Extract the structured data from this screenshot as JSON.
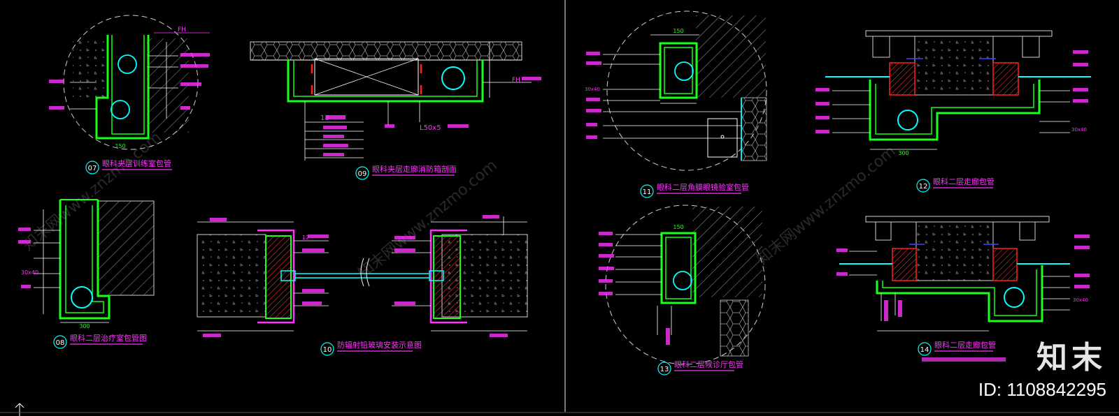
{
  "drawings": [
    {
      "no": "07",
      "title": "眼科夹层训练室包管"
    },
    {
      "no": "08",
      "title": "眼科二层治疗室包管图"
    },
    {
      "no": "09",
      "title": "眼科夹层走廊消防箱剖面"
    },
    {
      "no": "10",
      "title": "防辐射铅玻璃安装示意图"
    },
    {
      "no": "11",
      "title": "眼科二层角膜眼镜验室包管"
    },
    {
      "no": "12",
      "title": "眼科二层走廊包管"
    },
    {
      "no": "13",
      "title": "眼科二层候诊厅包管"
    },
    {
      "no": "14",
      "title": "眼科二层走廊包管"
    }
  ],
  "annotations": {
    "fh": "FH",
    "dim_300": "300",
    "dim_150": "150",
    "dim_30x40": "30x40",
    "dim_l50": "L50x5",
    "dim_12": "12",
    "dim_18": "18"
  },
  "watermark": "知末网www.znzmo.com",
  "brand": {
    "logo": "知末",
    "id": "ID: 1108842295"
  },
  "colors": {
    "background": "#000000",
    "green": "#19ff19",
    "magenta": "#ff33ff",
    "cyan": "#00ffff",
    "red": "#ff2020",
    "white": "#ffffff",
    "hatch": "#bbbbbb"
  }
}
